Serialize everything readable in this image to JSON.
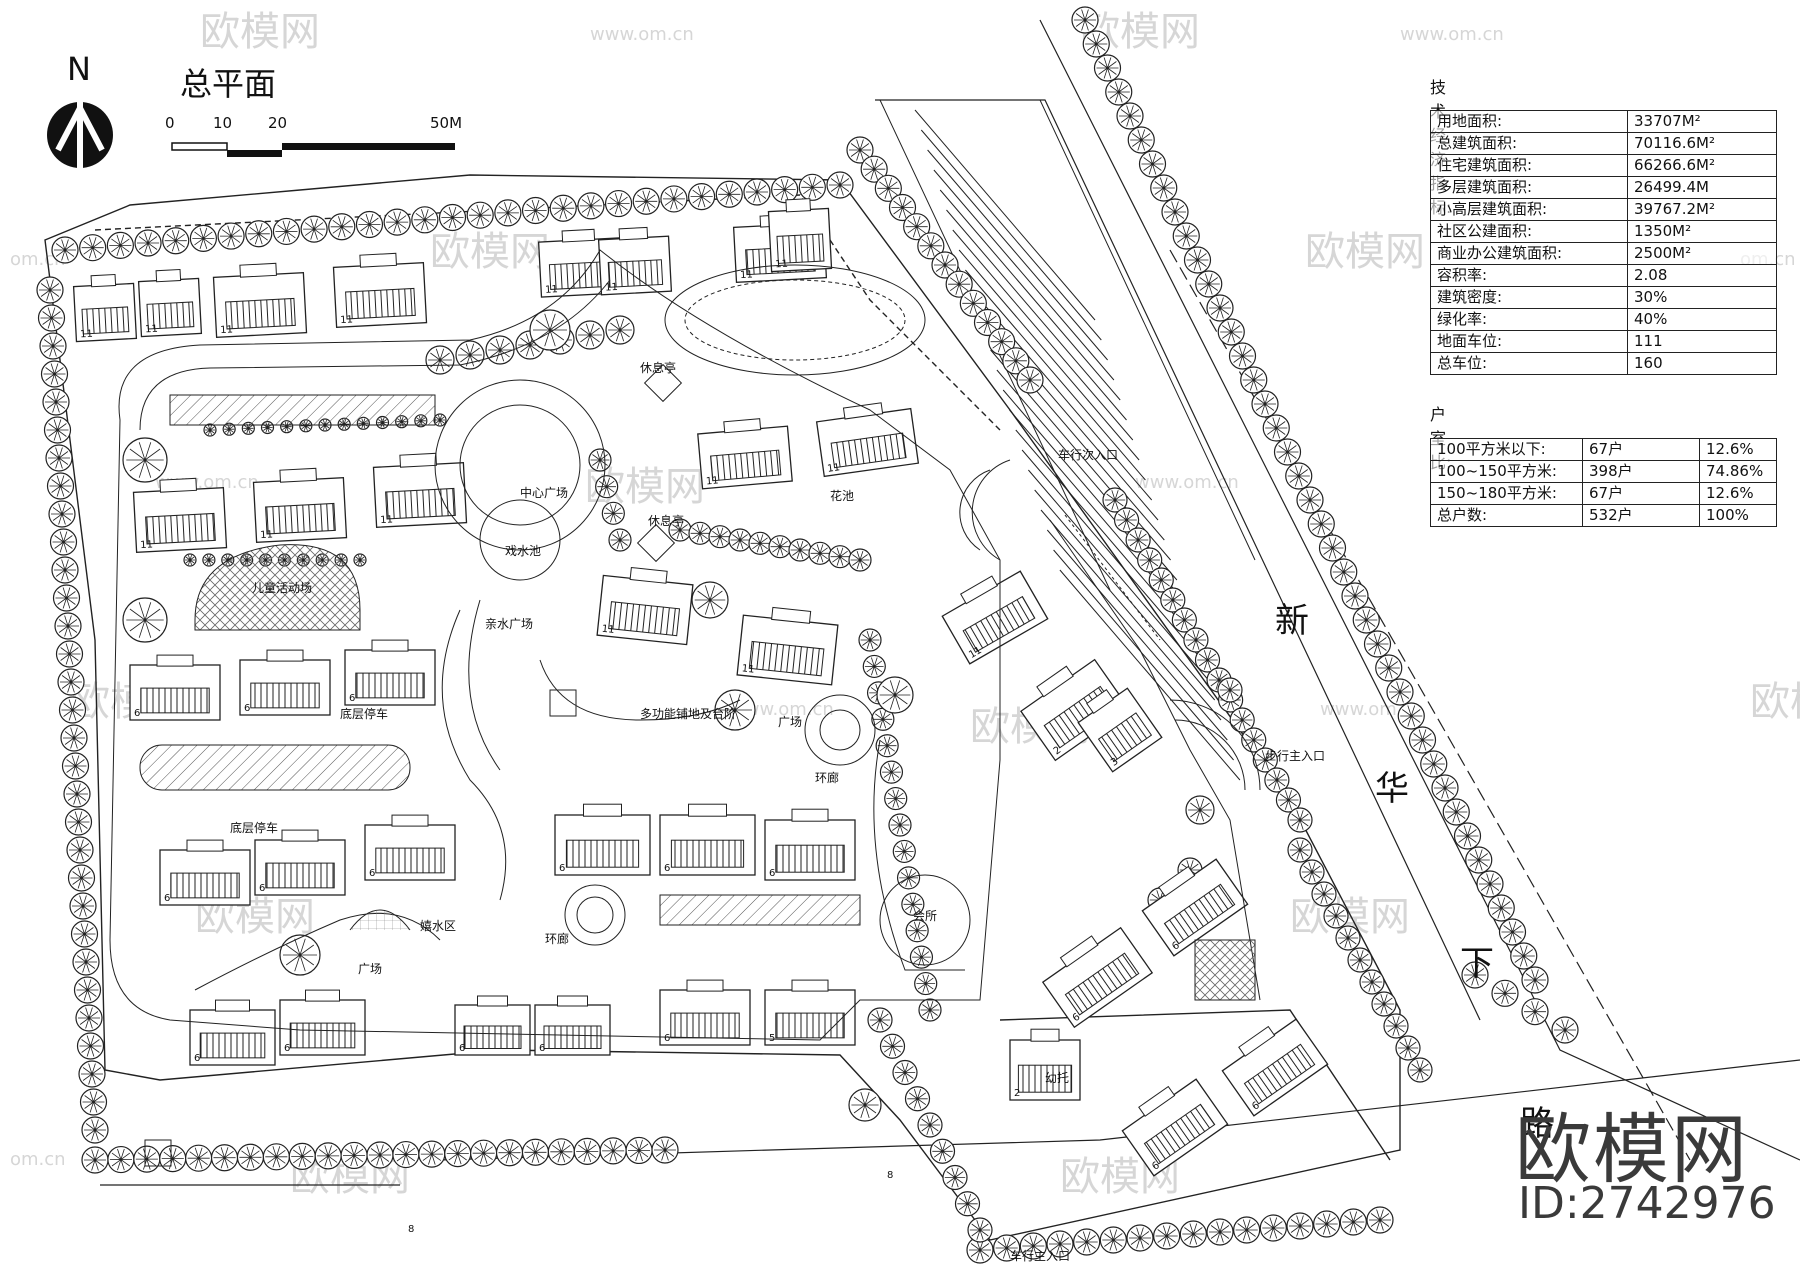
{
  "title": "总平面",
  "north": "N",
  "scale": {
    "labels": [
      "0",
      "10",
      "20",
      "50M"
    ]
  },
  "road_name": [
    "新",
    "华",
    "下",
    "路"
  ],
  "entrances": {
    "vehicle_secondary": "车行次入口",
    "pedestrian_main": "步行主入口",
    "vehicle_main": "车行主入口"
  },
  "areas": {
    "rest_pavilion_1": "休息亭",
    "rest_pavilion_2": "休息亭",
    "central_plaza": "中心广场",
    "flower_pool": "花池",
    "fountain": "戏水池",
    "kids_area": "儿童活动场",
    "waterside_plaza": "亲水广场",
    "multi_stage": "多功能铺地及台阶",
    "plaza_1": "广场",
    "ring_corridor": "环廊",
    "ground_parking_1": "底层停车",
    "ground_parking_2": "底层停车",
    "water_play": "嬉水区",
    "corridor": "环廊",
    "plaza_2": "广场",
    "clubhouse": "会所",
    "kindergarten": "幼托"
  },
  "floors": {
    "f11": "11",
    "f6": "6",
    "f5": "5",
    "f3": "3",
    "f2": "2",
    "f1": "1",
    "road8": "8"
  },
  "tech_title": "技术经济指标:",
  "tech_rows": [
    [
      "用地面积:",
      "33707M²"
    ],
    [
      "总建筑面积:",
      "70116.6M²"
    ],
    [
      "住宅建筑面积:",
      "66266.6M²"
    ],
    [
      "多层建筑面积:",
      "26499.4M"
    ],
    [
      "小高层建筑面积:",
      "39767.2M²"
    ],
    [
      "社区公建面积:",
      "1350M²"
    ],
    [
      "商业办公建筑面积:",
      "2500M²"
    ],
    [
      "容积率:",
      "2.08"
    ],
    [
      "建筑密度:",
      "30%"
    ],
    [
      "绿化率:",
      "40%"
    ],
    [
      "地面车位:",
      "111"
    ],
    [
      "总车位:",
      "160"
    ]
  ],
  "unit_title": "户室比:",
  "unit_rows": [
    [
      "100平方米以下:",
      "67户",
      "12.6%"
    ],
    [
      "100~150平方米:",
      "398户",
      "74.86%"
    ],
    [
      "150~180平方米:",
      "67户",
      "12.6%"
    ],
    [
      "总户数:",
      "532户",
      "100%"
    ]
  ],
  "watermark": {
    "brand": "欧模网",
    "url": "www.om.cn",
    "short": "om.cn",
    "id": "ID:2742976"
  }
}
